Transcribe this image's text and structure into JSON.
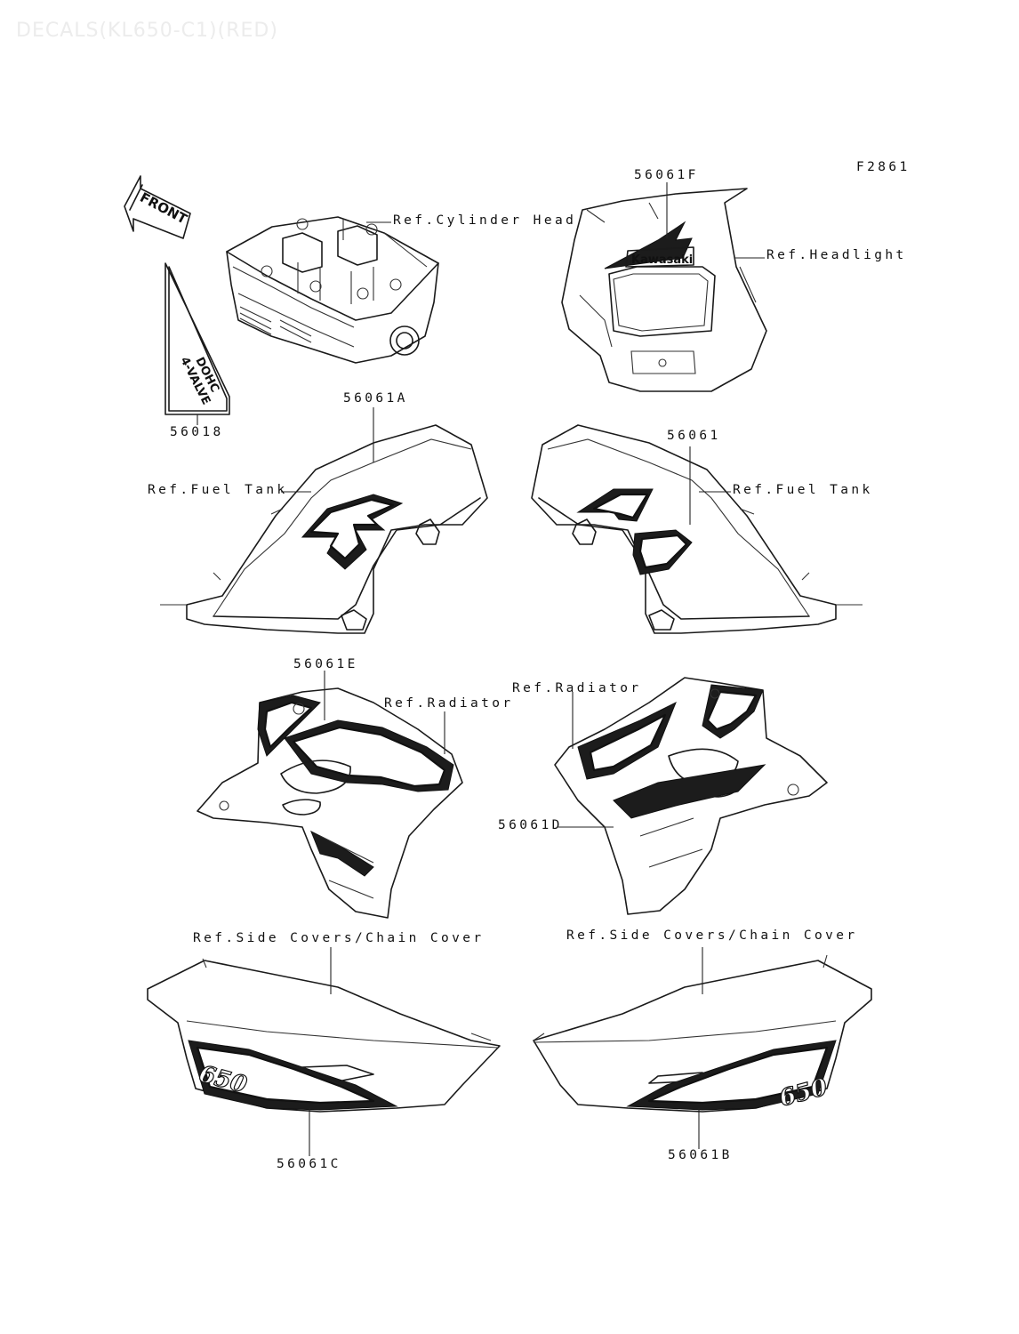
{
  "header": {
    "title": "DECALS(KL650-C1)(RED)",
    "figure_code": "F2861"
  },
  "front_arrow": {
    "label": "FRONT"
  },
  "emblem": {
    "line1": "DOHC",
    "line2": "4-VALVE"
  },
  "part_numbers": {
    "emblem_decal": "56018",
    "headlight_decal": "56061F",
    "fuel_tank_left": "56061A",
    "fuel_tank_right": "56061",
    "radiator_left": "56061E",
    "radiator_right": "56061D",
    "side_cover_left": "56061C",
    "side_cover_right": "56061B"
  },
  "references": {
    "cylinder_head": "Ref.Cylinder Head",
    "headlight": "Ref.Headlight",
    "fuel_tank_left": "Ref.Fuel Tank",
    "fuel_tank_right": "Ref.Fuel Tank",
    "radiator_left": "Ref.Radiator",
    "radiator_right": "Ref.Radiator",
    "side_cover_left": "Ref.Side Covers/Chain Cover",
    "side_cover_right": "Ref.Side Covers/Chain Cover"
  },
  "headlight_logo": "Kawasaki",
  "side_cover_logo": "650"
}
